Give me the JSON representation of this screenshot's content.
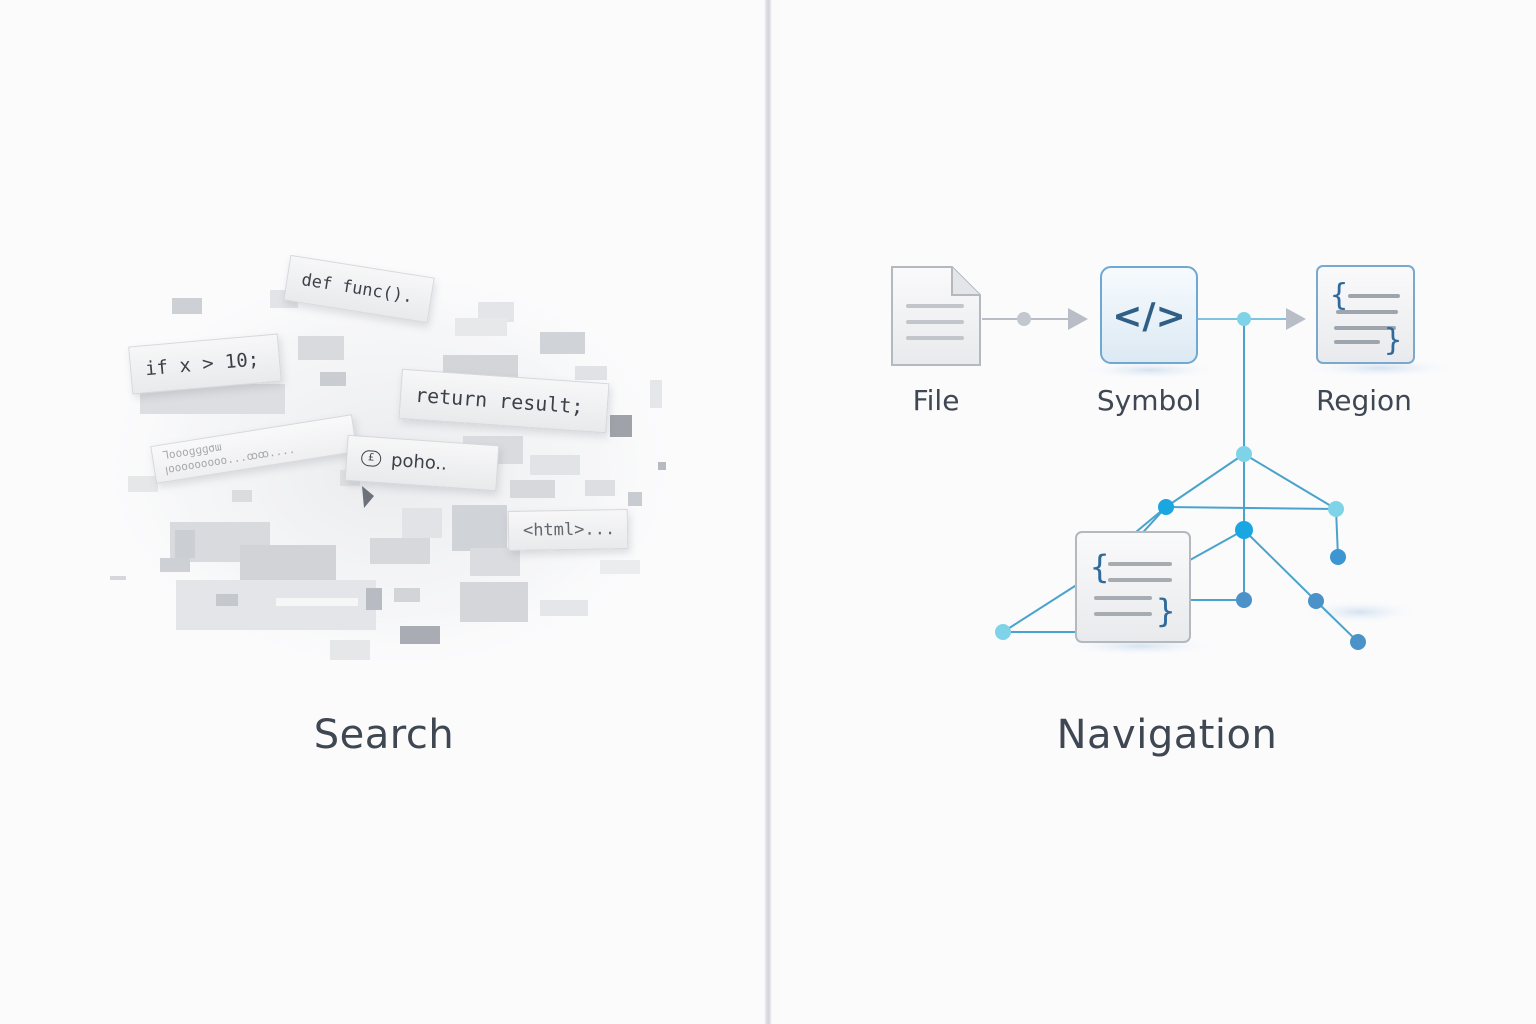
{
  "panels": {
    "left": {
      "caption": "Search",
      "fragments": [
        "def func().",
        "if x > 10;",
        "return result;",
        "poho..",
        "<html>..."
      ],
      "faint_fragments": [
        "Ꞁoooɡɡɡσɯ",
        "ꞁooooooooo...ꝏꝏ...."
      ]
    },
    "right": {
      "caption": "Navigation",
      "nodes": [
        {
          "label": "File",
          "icon": "file-icon"
        },
        {
          "label": "Symbol",
          "icon": "code-brackets-icon"
        },
        {
          "label": "Region",
          "icon": "curly-braces-icon"
        }
      ],
      "symbol_glyph": "</>",
      "brace_open": "{",
      "brace_close": "}"
    }
  },
  "colors": {
    "text": "#3f4753",
    "accent_blue": "#1aa6e0",
    "accent_light": "#7fd3e8",
    "node_dark": "#4a92c8",
    "line": "#4aa3cc",
    "gray_arrow": "#b9bec6"
  }
}
